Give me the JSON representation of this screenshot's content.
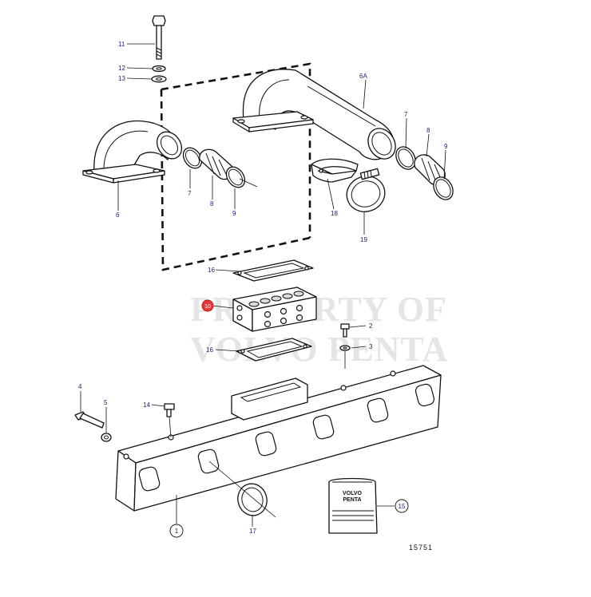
{
  "diagram": {
    "figure_number": "15751",
    "watermark": {
      "line1": "PROPERTY OF",
      "line2": "VOLVO PENTA"
    },
    "package_label": {
      "line1": "VOLVO",
      "line2": "PENTA"
    },
    "callouts": [
      {
        "id": "c11",
        "label": "11"
      },
      {
        "id": "c12",
        "label": "12"
      },
      {
        "id": "c13",
        "label": "13"
      },
      {
        "id": "c6a",
        "label": "6A"
      },
      {
        "id": "c7a",
        "label": "7"
      },
      {
        "id": "c8a",
        "label": "8"
      },
      {
        "id": "c9a",
        "label": "9"
      },
      {
        "id": "c7b",
        "label": "7"
      },
      {
        "id": "c8b",
        "label": "8"
      },
      {
        "id": "c9b",
        "label": "9"
      },
      {
        "id": "c6",
        "label": "6"
      },
      {
        "id": "c18",
        "label": "18"
      },
      {
        "id": "c19",
        "label": "19"
      },
      {
        "id": "c16a",
        "label": "16"
      },
      {
        "id": "c10",
        "label": "10"
      },
      {
        "id": "c2",
        "label": "2"
      },
      {
        "id": "c3",
        "label": "3"
      },
      {
        "id": "c16b",
        "label": "16"
      },
      {
        "id": "c4",
        "label": "4"
      },
      {
        "id": "c5",
        "label": "5"
      },
      {
        "id": "c14",
        "label": "14"
      },
      {
        "id": "c1",
        "label": "1"
      },
      {
        "id": "c17",
        "label": "17"
      },
      {
        "id": "c15",
        "label": "15"
      }
    ],
    "colors": {
      "line": "#111111",
      "callout_text": "#1a237e",
      "highlight": "#e53935",
      "watermark": "#d0d0d0"
    }
  }
}
